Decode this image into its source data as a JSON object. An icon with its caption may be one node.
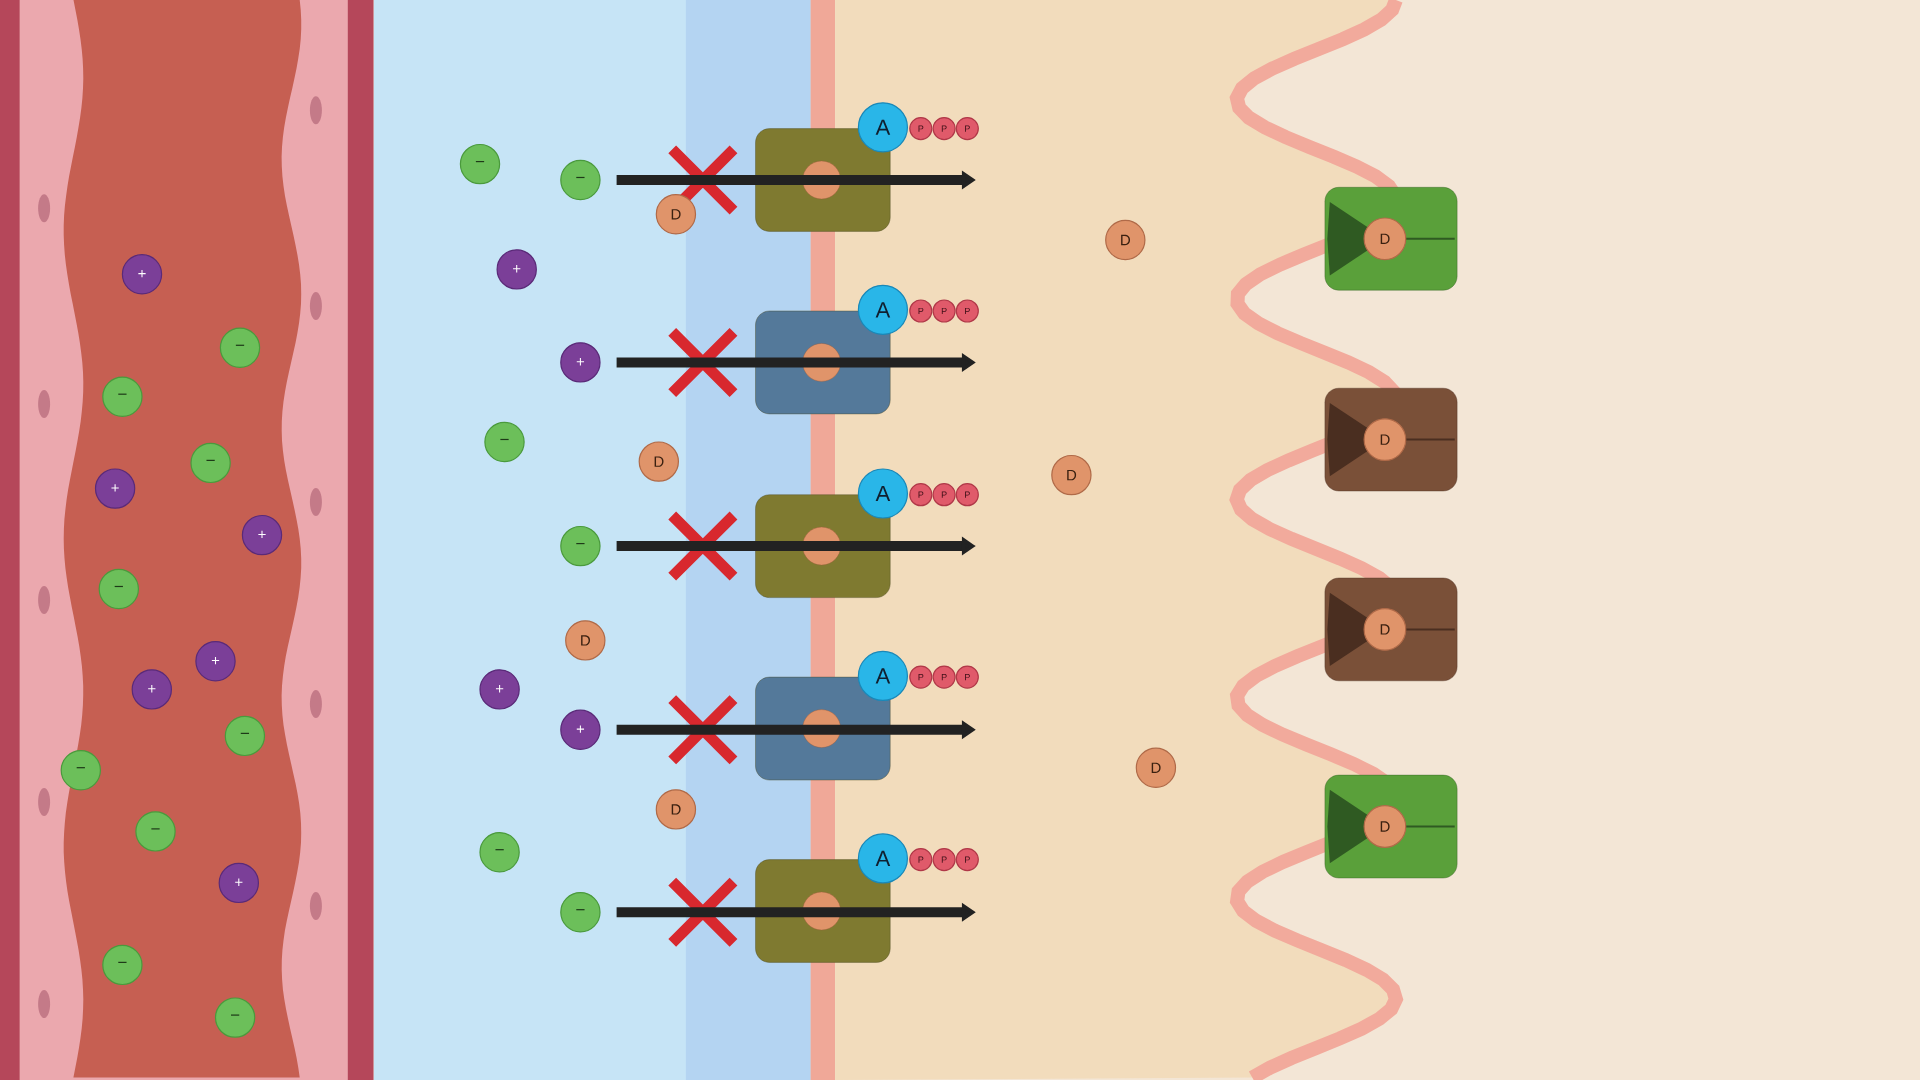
{
  "diagram": {
    "nodes": [
      {
        "text": [
          "+"
        ]
      },
      {
        "text": [
          "−"
        ]
      },
      {
        "text": [
          "−"
        ]
      },
      {
        "text": [
          "−"
        ]
      },
      {
        "text": [
          "+"
        ]
      },
      {
        "text": [
          "+"
        ]
      },
      {
        "text": [
          "−"
        ]
      },
      {
        "text": [
          "+"
        ]
      },
      {
        "text": [
          "+"
        ]
      },
      {
        "text": [
          "−"
        ]
      },
      {
        "text": [
          "−"
        ]
      },
      {
        "text": [
          "−"
        ]
      },
      {
        "text": [
          "+"
        ]
      },
      {
        "text": [
          "−"
        ]
      },
      {
        "text": [
          "−"
        ]
      },
      {
        "text": [
          "−"
        ]
      },
      {
        "text": [
          "−"
        ]
      },
      {
        "text": [
          "+"
        ]
      },
      {
        "text": [
          "+"
        ]
      },
      {
        "text": [
          "−"
        ]
      },
      {
        "text": [
          "−"
        ]
      },
      {
        "text": [
          "+"
        ]
      },
      {
        "text": [
          "+"
        ]
      },
      {
        "text": [
          "−"
        ]
      },
      {
        "text": [
          "−"
        ]
      },
      {
        "text": [
          "D"
        ]
      },
      {
        "text": [
          "D"
        ]
      },
      {
        "text": [
          "D"
        ]
      },
      {
        "text": [
          "D"
        ]
      },
      {
        "text": [
          "D"
        ]
      },
      {
        "text": [
          "D"
        ]
      },
      {
        "text": [
          "D"
        ]
      },
      {
        "text": [
          "A"
        ]
      },
      {
        "text": [
          "P"
        ]
      },
      {
        "text": [
          "P"
        ]
      },
      {
        "text": [
          "P"
        ]
      },
      {
        "text": [
          "A"
        ]
      },
      {
        "text": [
          "P"
        ]
      },
      {
        "text": [
          "P"
        ]
      },
      {
        "text": [
          "P"
        ]
      },
      {
        "text": [
          "A"
        ]
      },
      {
        "text": [
          "P"
        ]
      },
      {
        "text": [
          "P"
        ]
      },
      {
        "text": [
          "P"
        ]
      },
      {
        "text": [
          "A"
        ]
      },
      {
        "text": [
          "P"
        ]
      },
      {
        "text": [
          "P"
        ]
      },
      {
        "text": [
          "P"
        ]
      },
      {
        "text": [
          "A"
        ]
      },
      {
        "text": [
          "P"
        ]
      },
      {
        "text": [
          "P"
        ]
      },
      {
        "text": [
          "P"
        ]
      },
      {
        "text": [
          "D"
        ]
      },
      {
        "text": [
          "D"
        ]
      },
      {
        "text": [
          "D"
        ]
      },
      {
        "text": [
          "D"
        ]
      }
    ],
    "edges": [
      {
        "from": 16,
        "to": null,
        "arrow": "to"
      },
      {
        "from": 18,
        "to": null,
        "arrow": "to"
      },
      {
        "from": 20,
        "to": null,
        "arrow": "to"
      },
      {
        "from": 22,
        "to": null,
        "arrow": "to"
      },
      {
        "from": 24,
        "to": null,
        "arrow": "to"
      }
    ]
  }
}
